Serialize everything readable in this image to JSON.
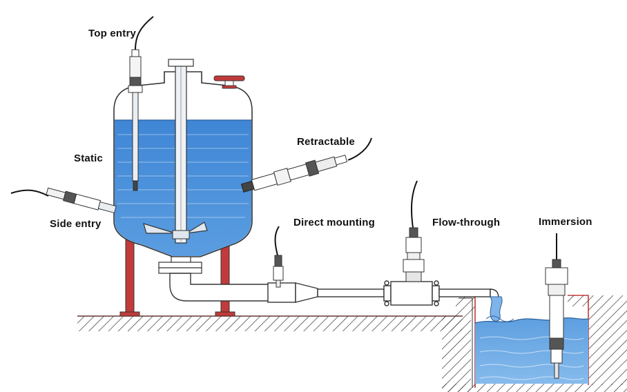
{
  "labels": {
    "top_entry": "Top entry",
    "static": "Static",
    "side_entry": "Side entry",
    "retractable": "Retractable",
    "direct_mounting": "Direct mounting",
    "flow_through": "Flow-through",
    "immersion": "Immersion"
  },
  "colors": {
    "liquid": "#4a8fd8",
    "liquid_light": "#9cc6ef",
    "outline": "#2a2a2a",
    "flange": "#c23a3a",
    "ground_hatch": "#333333"
  }
}
